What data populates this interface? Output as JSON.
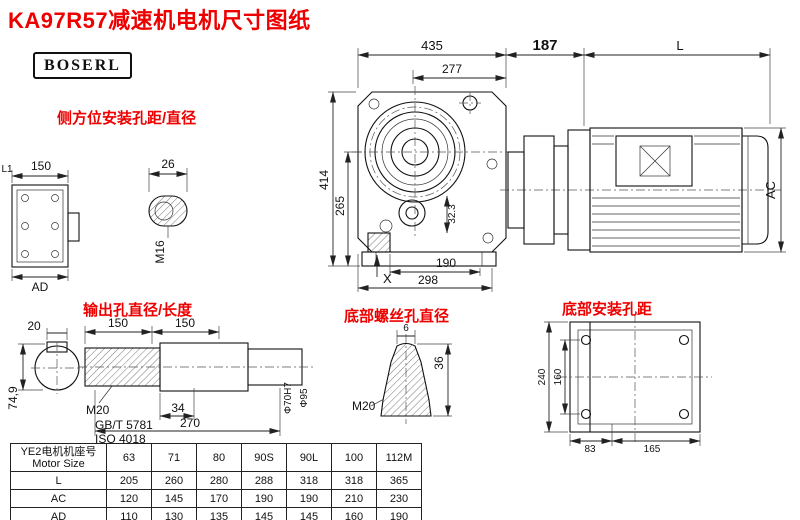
{
  "title": "KA97R57减速机电机尺寸图纸",
  "logo": "BOSERL",
  "annotations": {
    "side_mount": "侧方位安装孔距/直径",
    "output_hole": "输出孔直径/长度",
    "bottom_screw": "底部螺丝孔直径",
    "bottom_mount": "底部安装孔距"
  },
  "main_view": {
    "width_total": "435",
    "width_inner": "277",
    "height_total": "414",
    "height_inner": "265",
    "foot_width": "190",
    "base_width": "298",
    "x_mark": "X",
    "angle_dim": "32.3"
  },
  "motor_view": {
    "coupling_len": "187",
    "motor_len": "L",
    "motor_diameter": "AC"
  },
  "side_view": {
    "dim_l1": "L1",
    "dim_150": "150",
    "dim_ad": "AD"
  },
  "side_hole": {
    "width": "26",
    "thread": "M16"
  },
  "output_shaft": {
    "key_width": "20",
    "len_a": "150",
    "len_b": "150",
    "key_height": "74,9",
    "thread": "M20",
    "std1": "GB/T 5781",
    "std2": "ISO 4018",
    "dim_34": "34",
    "dim_270": "270",
    "bore": "Φ70H7",
    "hub": "Φ95"
  },
  "bottom_screw_view": {
    "dim_6": "6",
    "dim_36": "36",
    "thread": "M20"
  },
  "bottom_view": {
    "height_total": "240",
    "height_inner": "160",
    "dim_83": "83",
    "dim_165": "165"
  },
  "table": {
    "header_line1": "YE2电机机座号",
    "header_line2": "Motor Size",
    "columns": [
      "63",
      "71",
      "80",
      "90S",
      "90L",
      "100",
      "112M"
    ],
    "rows": [
      {
        "label": "L",
        "values": [
          "205",
          "260",
          "280",
          "288",
          "318",
          "318",
          "365"
        ]
      },
      {
        "label": "AC",
        "values": [
          "120",
          "145",
          "170",
          "190",
          "190",
          "210",
          "230"
        ]
      },
      {
        "label": "AD",
        "values": [
          "110",
          "130",
          "135",
          "145",
          "145",
          "160",
          "190"
        ]
      }
    ]
  },
  "colors": {
    "accent_red": "#ee0000",
    "line": "#111111",
    "background": "#ffffff"
  }
}
